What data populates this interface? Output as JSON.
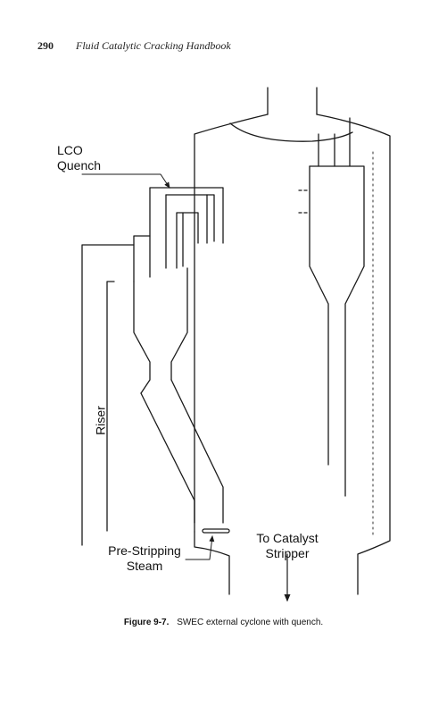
{
  "header": {
    "page_number": "290",
    "running_title": "Fluid Catalytic Cracking Handbook"
  },
  "figure": {
    "labels": {
      "lco_quench_line1": "LCO",
      "lco_quench_line2": "Quench",
      "riser": "Riser",
      "pre_stripping_line1": "Pre-Stripping",
      "pre_stripping_line2": "Steam",
      "to_catalyst_line1": "To Catalyst",
      "to_catalyst_line2": "Stripper"
    },
    "caption_number": "Figure 9-7.",
    "caption_text": "SWEC external cyclone with quench."
  },
  "colors": {
    "line": "#1a1a1a",
    "background": "#ffffff"
  }
}
